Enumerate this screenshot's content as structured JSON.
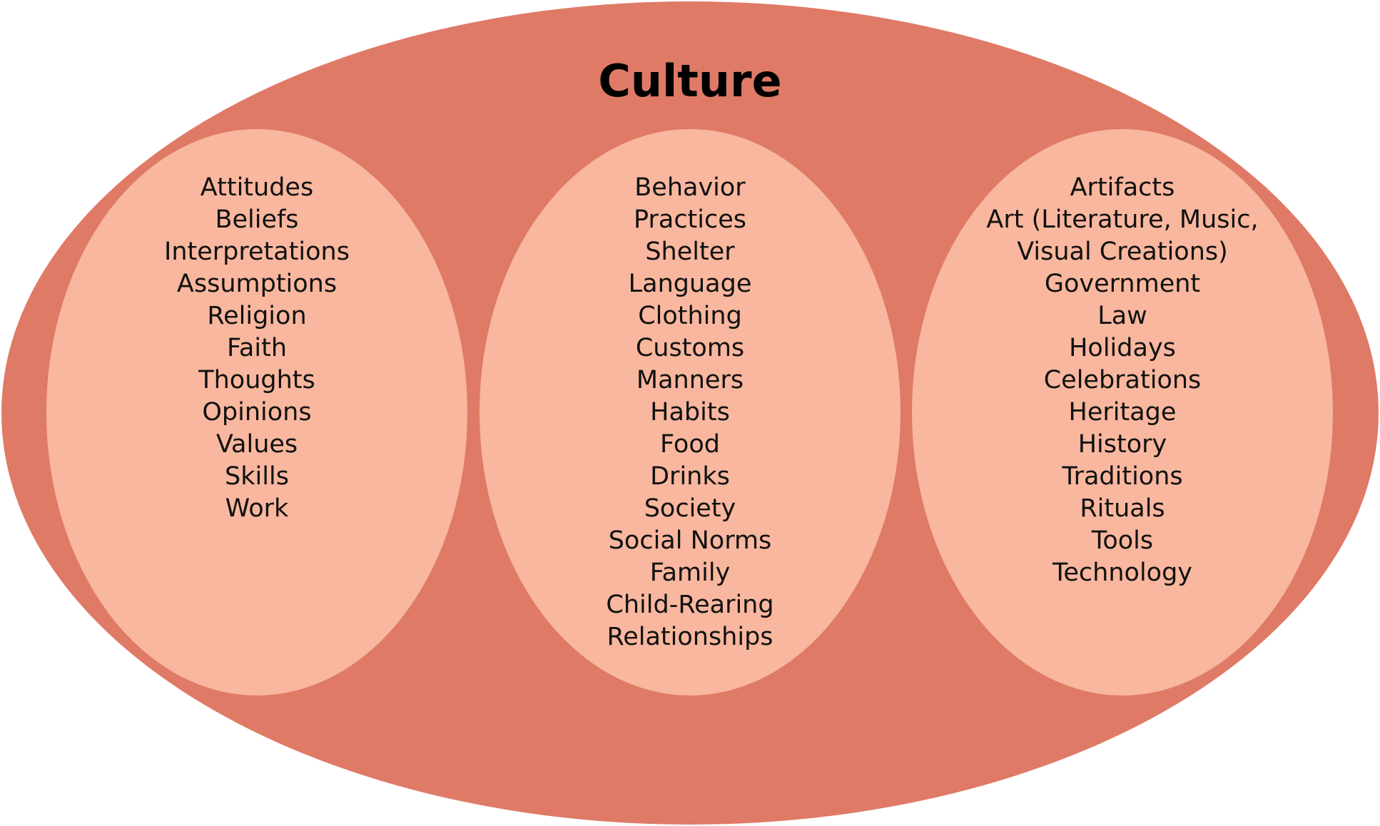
{
  "diagram": {
    "title": "Culture",
    "colors": {
      "outer_fill": "#df7a67",
      "inner_fill": "#f8b79e",
      "text": "#111111"
    },
    "groups": [
      {
        "items": [
          "Attitudes",
          "Beliefs",
          "Interpretations",
          "Assumptions",
          "Religion",
          "Faith",
          "Thoughts",
          "Opinions",
          "Values",
          "Skills",
          "Work"
        ]
      },
      {
        "items": [
          "Behavior",
          "Practices",
          "Shelter",
          "Language",
          "Clothing",
          "Customs",
          "Manners",
          "Habits",
          "Food",
          "Drinks",
          "Society",
          "Social Norms",
          "Family",
          "Child-Rearing",
          "Relationships"
        ]
      },
      {
        "items": [
          "Artifacts",
          "Art (Literature, Music,",
          "Visual Creations)",
          "Government",
          "Law",
          "Holidays",
          "Celebrations",
          "Heritage",
          "History",
          "Traditions",
          "Rituals",
          "Tools",
          "Technology"
        ]
      }
    ]
  }
}
